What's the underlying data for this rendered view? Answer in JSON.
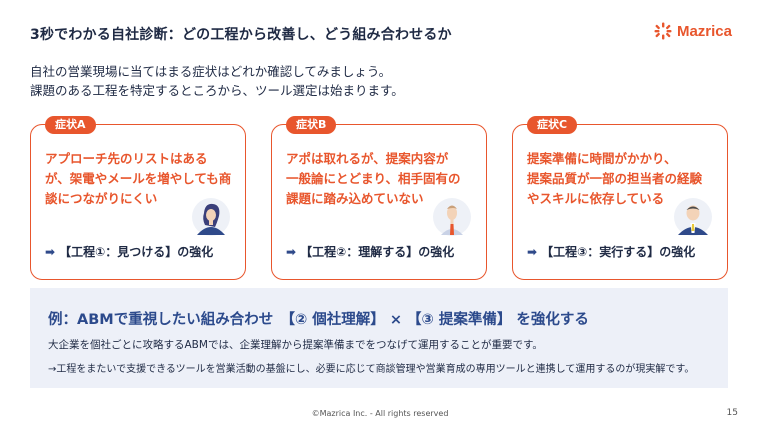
{
  "header": {
    "title": "3秒でわかる自社診断：どの工程から改善し、どう組み合わせるか",
    "logo_text": "Mazrica"
  },
  "intro": {
    "line1": "自社の営業現場に当てはまる症状はどれか確認してみましょう。",
    "line2": "課題のある工程を特定するところから、ツール選定は始まります。"
  },
  "cards": [
    {
      "badge": "症状A",
      "symptom_lines": [
        "アプローチ先のリストはある",
        "が、架電やメールを増やしても商",
        "談につながりにくい"
      ],
      "arrow": "➡",
      "result": "【工程①：見つける】の強化",
      "figure_icon": "businesswoman-icon"
    },
    {
      "badge": "症状B",
      "symptom_lines": [
        "アポは取れるが、提案内容が",
        "一般論にとどまり、相手固有の",
        "課題に踏み込めていない"
      ],
      "arrow": "➡",
      "result": "【工程②：理解する】の強化",
      "figure_icon": "businessman-thin-icon"
    },
    {
      "badge": "症状C",
      "symptom_lines": [
        "提案準備に時間がかかり、",
        "提案品質が一部の担当者の経験",
        "やスキルに依存している"
      ],
      "arrow": "➡",
      "result": "【工程③：実行する】の強化",
      "figure_icon": "businessman-senior-icon"
    }
  ],
  "example": {
    "title": "例：ABMで重視したい組み合わせ　【② 個社理解】 × 【③ 提案準備】 を強化する",
    "line1": "大企業を個社ごとに攻略するABMでは、企業理解から提案準備までをつなげて運用することが重要です。",
    "line2": "→工程をまたいで支援できるツールを営業活動の基盤にし、必要に応じて商談管理や営業育成の専用ツールと連携して運用するのが現実解です。"
  },
  "footer": {
    "copyright": "©Mazrica Inc. - All rights reserved",
    "page_number": "15"
  },
  "colors": {
    "accent": "#e8562d",
    "navy": "#1f2a44",
    "example_bg": "#edf0f8",
    "example_title": "#2c4a8c"
  }
}
